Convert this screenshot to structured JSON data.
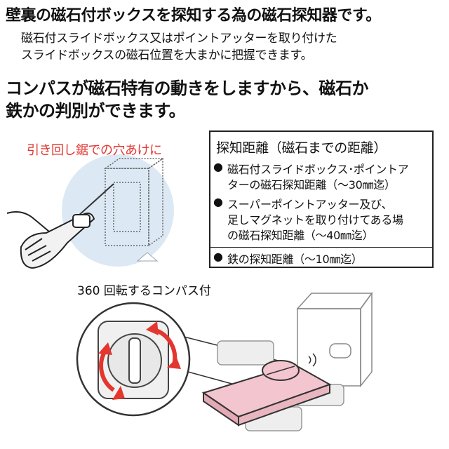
{
  "headline": "壁裏の磁石付ボックスを探知する為の磁石探知器です。",
  "sub_lines": [
    "磁石付スライドボックス又はポイントアッターを取り付けた",
    "スライドボックスの磁石位置を大まかに把握できます。"
  ],
  "feature_lines": [
    "コンパスが磁石特有の動きをしますから、磁石か",
    "鉄かの判別ができます。"
  ],
  "callout": "引き回し鋸での穴あけに",
  "info": {
    "title": "探知距離（磁石までの距離）",
    "bullet_mark": "●",
    "item1": [
      "磁石付スライドボックス･ポイントア",
      "ターの磁石探知距離（～30㎜迄）"
    ],
    "item2": [
      "スーパーポイントアッター及び、",
      "足しマグネットを取り付けてある場",
      "の磁石探知距離（～40㎜迄）"
    ],
    "item3": "鉄の探知距離（～10㎜迄）"
  },
  "rotation_label": "360 回転するコンパス付",
  "colors": {
    "accent_red": "#e3362f",
    "circle_blue": "#dce9f4",
    "detector_pink": "#f3c6cf"
  }
}
